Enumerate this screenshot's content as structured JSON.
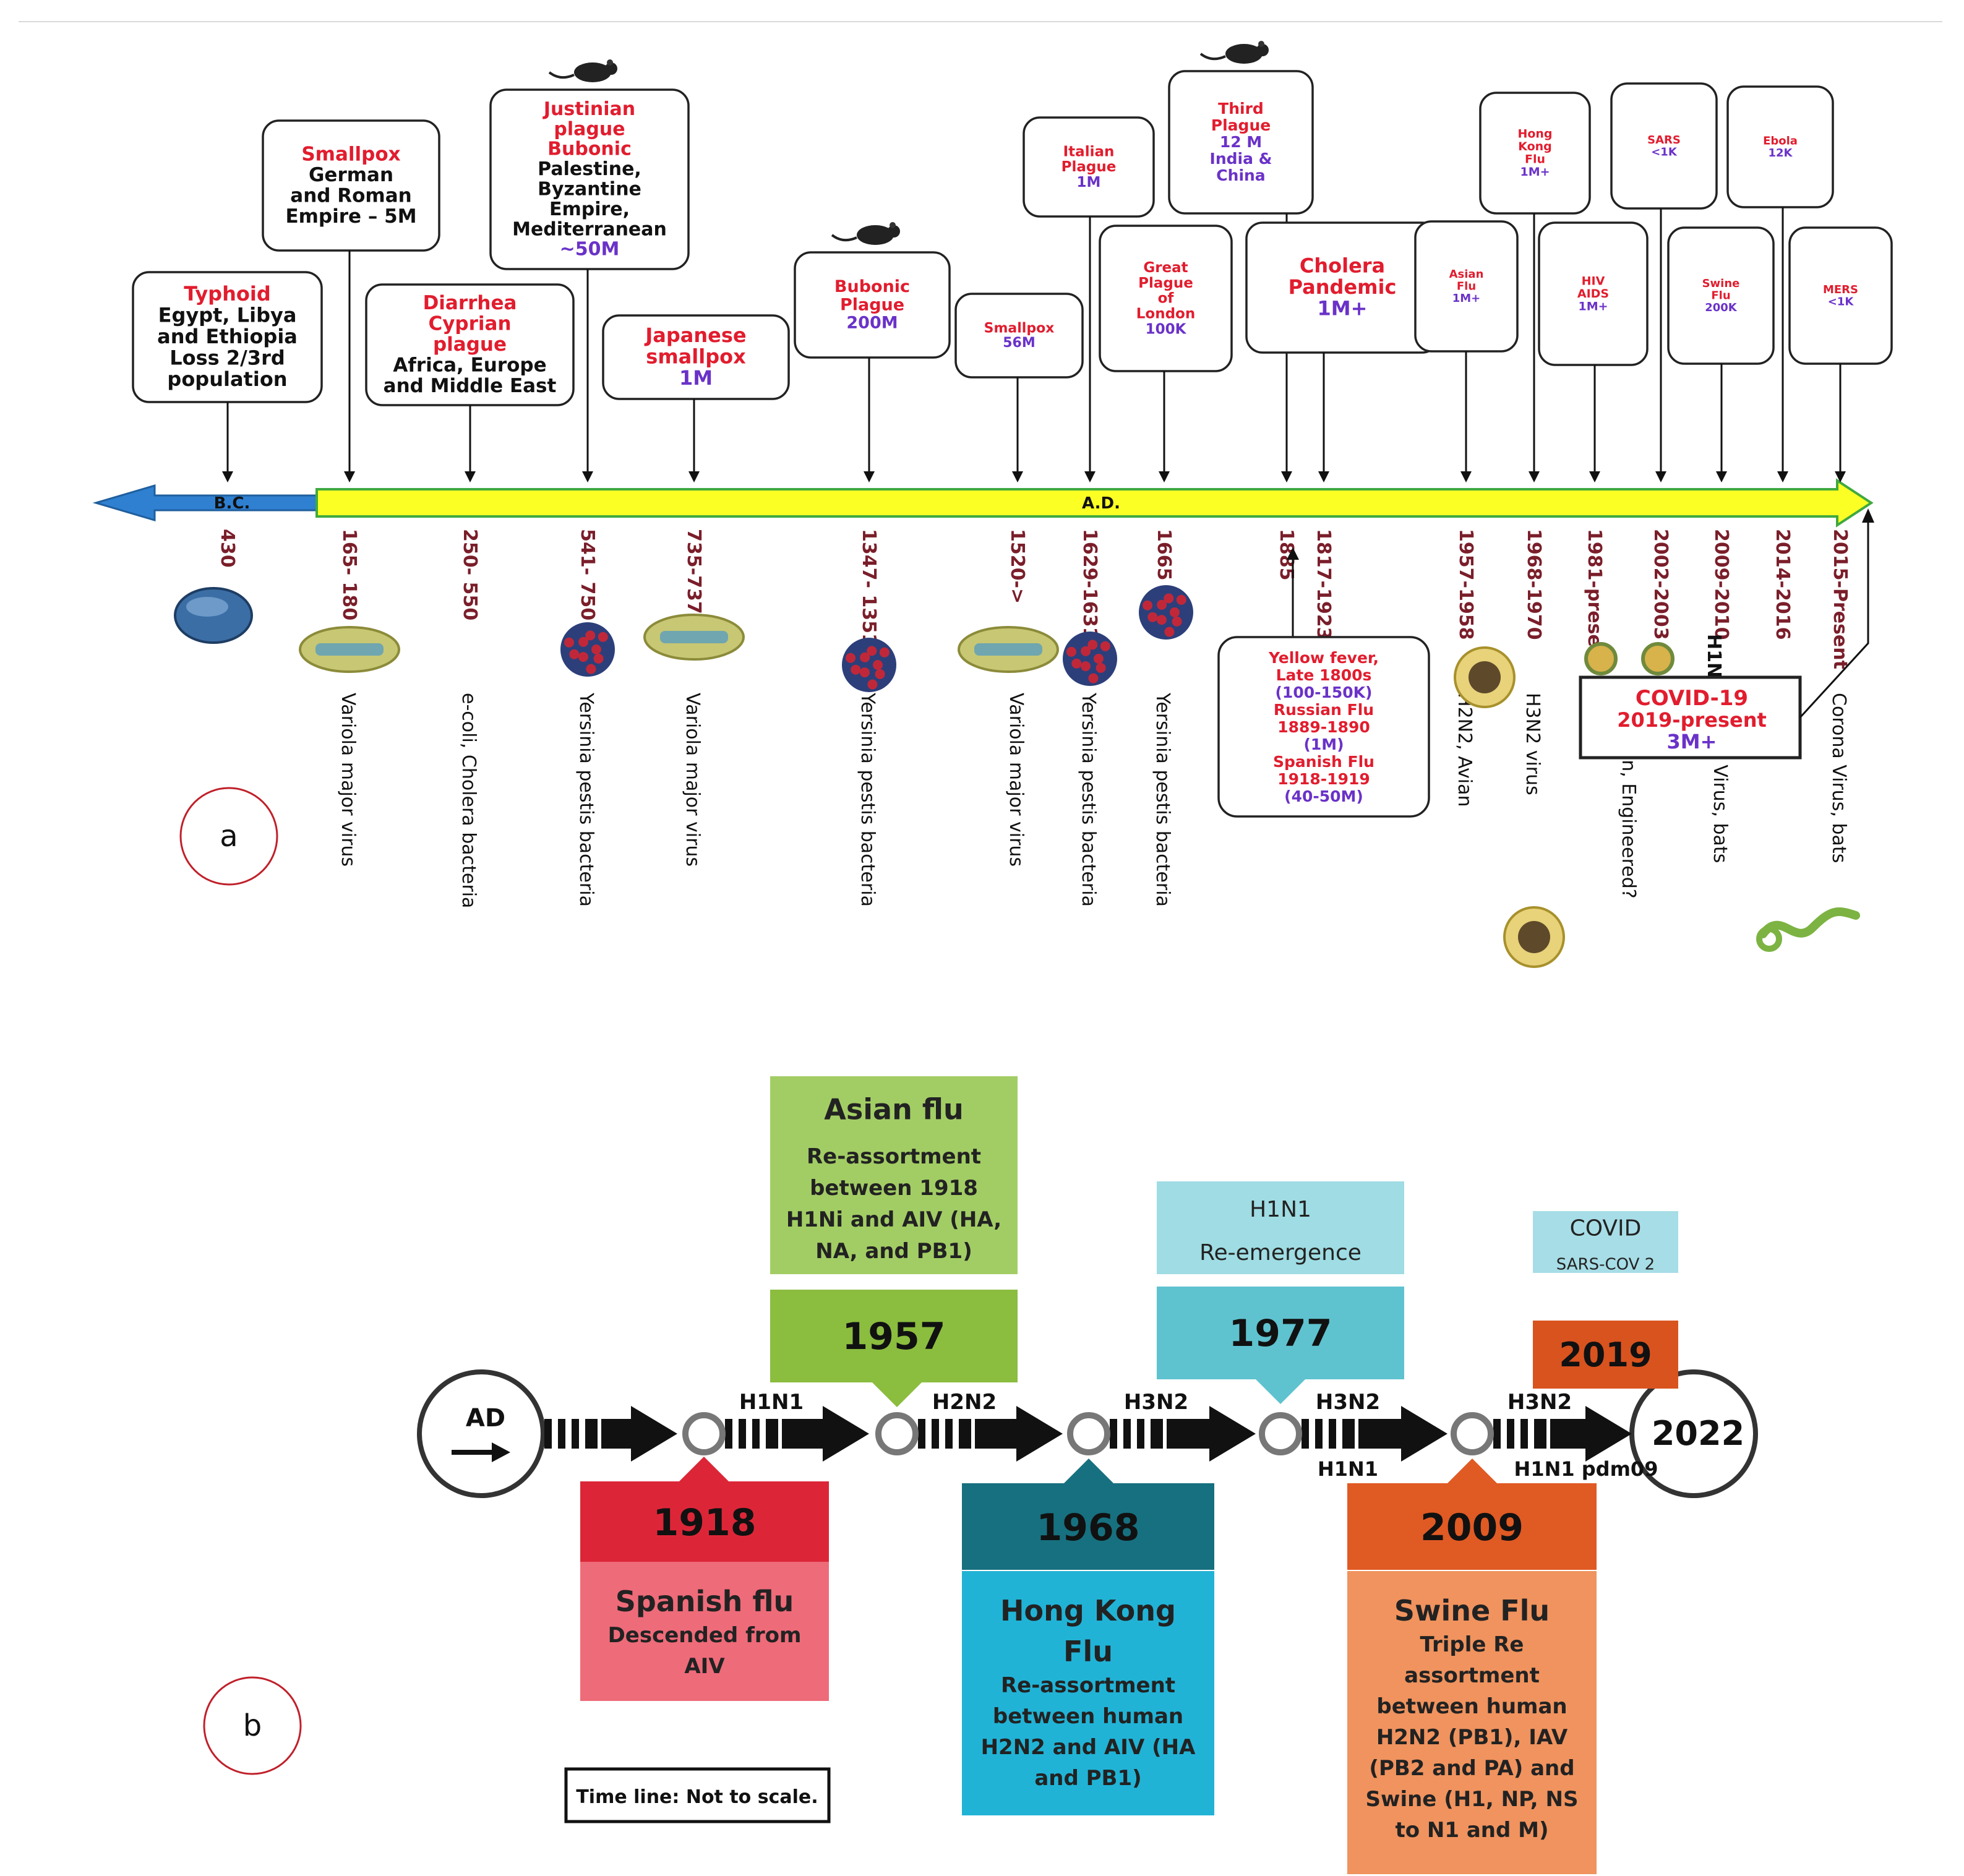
{
  "panel_a": {
    "label": "a",
    "era_bc": "B.C.",
    "era_ad": "A.D.",
    "events": [
      {
        "title": [
          "Typhoid"
        ],
        "detail": [
          "Egypt, Libya",
          "and Ethiopia",
          "Loss 2/3rd",
          "population"
        ],
        "toll": "",
        "date": "430",
        "agent": "",
        "pathogen": "sphere"
      },
      {
        "title": [
          "Smallpox"
        ],
        "detail": [
          "German",
          "and Roman",
          "Empire – 5M"
        ],
        "toll": "",
        "date": "165- 180",
        "agent": "Variola major virus",
        "pathogen": "rod"
      },
      {
        "title": [
          "Diarrhea",
          "Cyprian",
          "plague"
        ],
        "detail": [
          "Africa, Europe",
          "and Middle East"
        ],
        "toll": "",
        "date": "250- 550",
        "agent": "e-coli, Cholera bacteria",
        "pathogen": ""
      },
      {
        "title": [
          "Justinian",
          "plague",
          "Bubonic"
        ],
        "detail": [
          "Palestine,",
          "Byzantine",
          "Empire,",
          "Mediterranean"
        ],
        "toll": "~50M",
        "date": "541- 750",
        "agent": "Yersinia pestis bacteria",
        "pathogen": "cocci",
        "rat": true
      },
      {
        "title": [
          "Japanese",
          "smallpox"
        ],
        "detail": [],
        "toll": "1M",
        "date": "735-737",
        "agent": "Variola major virus",
        "pathogen": "rod"
      },
      {
        "title": [
          "Bubonic",
          "Plague"
        ],
        "detail": [],
        "toll": "200M",
        "date": "1347- 1351",
        "agent": "Yersinia pestis bacteria",
        "pathogen": "cocci",
        "rat": true
      },
      {
        "title": [
          "Smallpox"
        ],
        "detail": [],
        "toll": "56M",
        "date": "1520->",
        "agent": "Variola major virus",
        "pathogen": "rod"
      },
      {
        "title": [
          "Italian",
          "Plague"
        ],
        "detail": [],
        "toll": "1M",
        "date": "1629-1631",
        "agent": "Yersinia pestis bacteria",
        "pathogen": "cocci"
      },
      {
        "title": [
          "Great",
          "Plague",
          "of",
          "London"
        ],
        "detail": [],
        "toll": "100K",
        "date": "1665",
        "agent": "Yersinia pestis bacteria",
        "pathogen": "cocci"
      },
      {
        "title": [
          "Third",
          "Plague"
        ],
        "detail": [],
        "toll_lines": [
          "12 M",
          "India &",
          "China"
        ],
        "date": "1885",
        "agent": "",
        "pathogen": "",
        "rat": true
      },
      {
        "title": [
          "Cholera",
          "Pandemic"
        ],
        "detail": [],
        "toll": "1M+",
        "date": "1817-1923",
        "agent": "H2N2, Avian",
        "pathogen": ""
      },
      {
        "title": [
          "Asian",
          "Flu"
        ],
        "detail": [],
        "toll": "1M+",
        "date": "1957-1958",
        "agent": "H2N2, Avian",
        "pathogen": "virion"
      },
      {
        "title": [
          "Hong",
          "Kong",
          "Flu"
        ],
        "detail": [],
        "toll": "1M+",
        "date": "1968-1970",
        "agent": "H3N2 virus",
        "pathogen": ""
      },
      {
        "title": [
          "HIV",
          "AIDS"
        ],
        "detail": [],
        "toll": "1M+",
        "date": "1981-present",
        "agent": "",
        "pathogen": "small"
      },
      {
        "title": [
          "SARS"
        ],
        "detail": [],
        "toll": "<1K",
        "date": "2002-2003",
        "agent": "Pangolin, Engineered?",
        "pathogen": "small"
      },
      {
        "title": [
          "Swine",
          "Flu"
        ],
        "detail": [],
        "toll": "200K",
        "date": "2009-2010",
        "agent": "Corona Virus, bats",
        "extra": "H1N1",
        "pathogen": ""
      },
      {
        "title": [
          "Ebola"
        ],
        "detail": [],
        "toll": "12K",
        "date": "2014-2016",
        "agent": "",
        "pathogen": ""
      },
      {
        "title": [
          "MERS"
        ],
        "detail": [],
        "toll": "<1K",
        "date": "2015-Present",
        "agent": "Corona Virus, bats",
        "pathogen": "ebola"
      }
    ],
    "yellow_fever_box": [
      "Yellow fever,",
      "Late 1800s",
      "(100-150K)",
      "Russian Flu",
      "1889-1890",
      "(1M)",
      "Spanish Flu",
      "1918-1919",
      "(40-50M)"
    ],
    "covid_box": {
      "title": "COVID-19",
      "dates": "2019-present",
      "toll": "3M+"
    }
  },
  "panel_b": {
    "label": "b",
    "start_label": "AD",
    "end_label": "2022",
    "segment_labels": [
      {
        "top": "",
        "bottom": ""
      },
      {
        "top": "H1N1",
        "bottom": ""
      },
      {
        "top": "H2N2",
        "bottom": ""
      },
      {
        "top": "H3N2",
        "bottom": ""
      },
      {
        "top": "H3N2",
        "bottom": "H1N1"
      },
      {
        "top": "H3N2",
        "bottom": "H1N1 pdm09"
      }
    ],
    "above": [
      {
        "year": "1957",
        "title": "Asian flu",
        "desc": [
          "Re-assortment",
          "between 1918",
          "H1Ni and AIV (HA,",
          "NA, and PB1)"
        ],
        "color_light": "#a2cd65",
        "color_dark": "#8bbd3f"
      },
      {
        "year": "1977",
        "title": "H1N1",
        "desc": [
          "Re-emergence"
        ],
        "color_light": "#9fdce3",
        "color_dark": "#5fc2cf"
      },
      {
        "year": "2019",
        "title": "COVID",
        "desc": [
          "SARS-COV 2"
        ],
        "color_light": "#a7dde6",
        "color_dark": "#d9531f"
      }
    ],
    "below": [
      {
        "year": "1918",
        "title": "Spanish flu",
        "desc": [
          "Descended from",
          "AIV"
        ],
        "color_dark": "#dc2638",
        "color_light": "#ee6b79"
      },
      {
        "year": "1968",
        "title": "Hong Kong Flu",
        "desc": [
          "Re-assortment",
          "between human",
          "H2N2 and AIV (HA",
          "and PB1)"
        ],
        "color_dark": "#17707f",
        "color_light": "#21b3d6"
      },
      {
        "year": "2009",
        "title": "Swine Flu",
        "desc": [
          "Triple Re",
          "assortment",
          "between human",
          "H2N2 (PB1), IAV",
          "(PB2 and PA) and",
          "Swine (H1, NP, NS",
          "to N1 and M)"
        ],
        "color_dark": "#e05a24",
        "color_light": "#f0935e"
      }
    ],
    "note": "Time line: Not to scale."
  },
  "colors": {
    "title_red": "#e11d2e",
    "toll_purple": "#6a32c8",
    "bc_blue": "#2f80d1",
    "ad_yellow": "#fbff24",
    "ad_border": "#3fa93f"
  }
}
